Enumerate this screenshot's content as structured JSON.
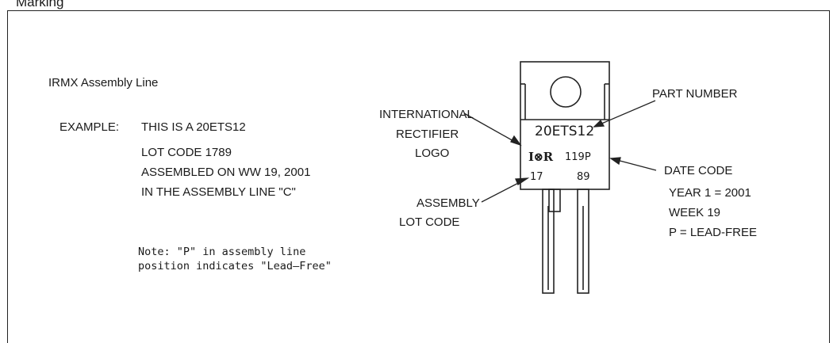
{
  "header_text": "Marking",
  "title": "IRMX Assembly Line",
  "example": {
    "label": "EXAMPLE:",
    "lines": [
      "THIS IS A 20ETS12",
      "LOT CODE 1789",
      "ASSEMBLED ON WW 19, 2001",
      "IN THE ASSEMBLY LINE \"C\""
    ]
  },
  "note": {
    "line1": "Note:  \"P\" in assembly line",
    "line2": "position indicates \"Lead–Free\""
  },
  "callouts": {
    "logo": [
      "INTERNATIONAL",
      "RECTIFIER",
      "LOGO"
    ],
    "assembly_lot": [
      "ASSEMBLY",
      "LOT CODE"
    ],
    "part_number": "PART NUMBER",
    "date_code": [
      "DATE CODE",
      "YEAR 1 = 2001",
      "WEEK 19",
      "P = LEAD-FREE"
    ]
  },
  "package": {
    "part_number": "20ETS12",
    "logo_mark": "I⊗R",
    "date_code": "119P",
    "lot_left": "17",
    "lot_right": "89"
  }
}
